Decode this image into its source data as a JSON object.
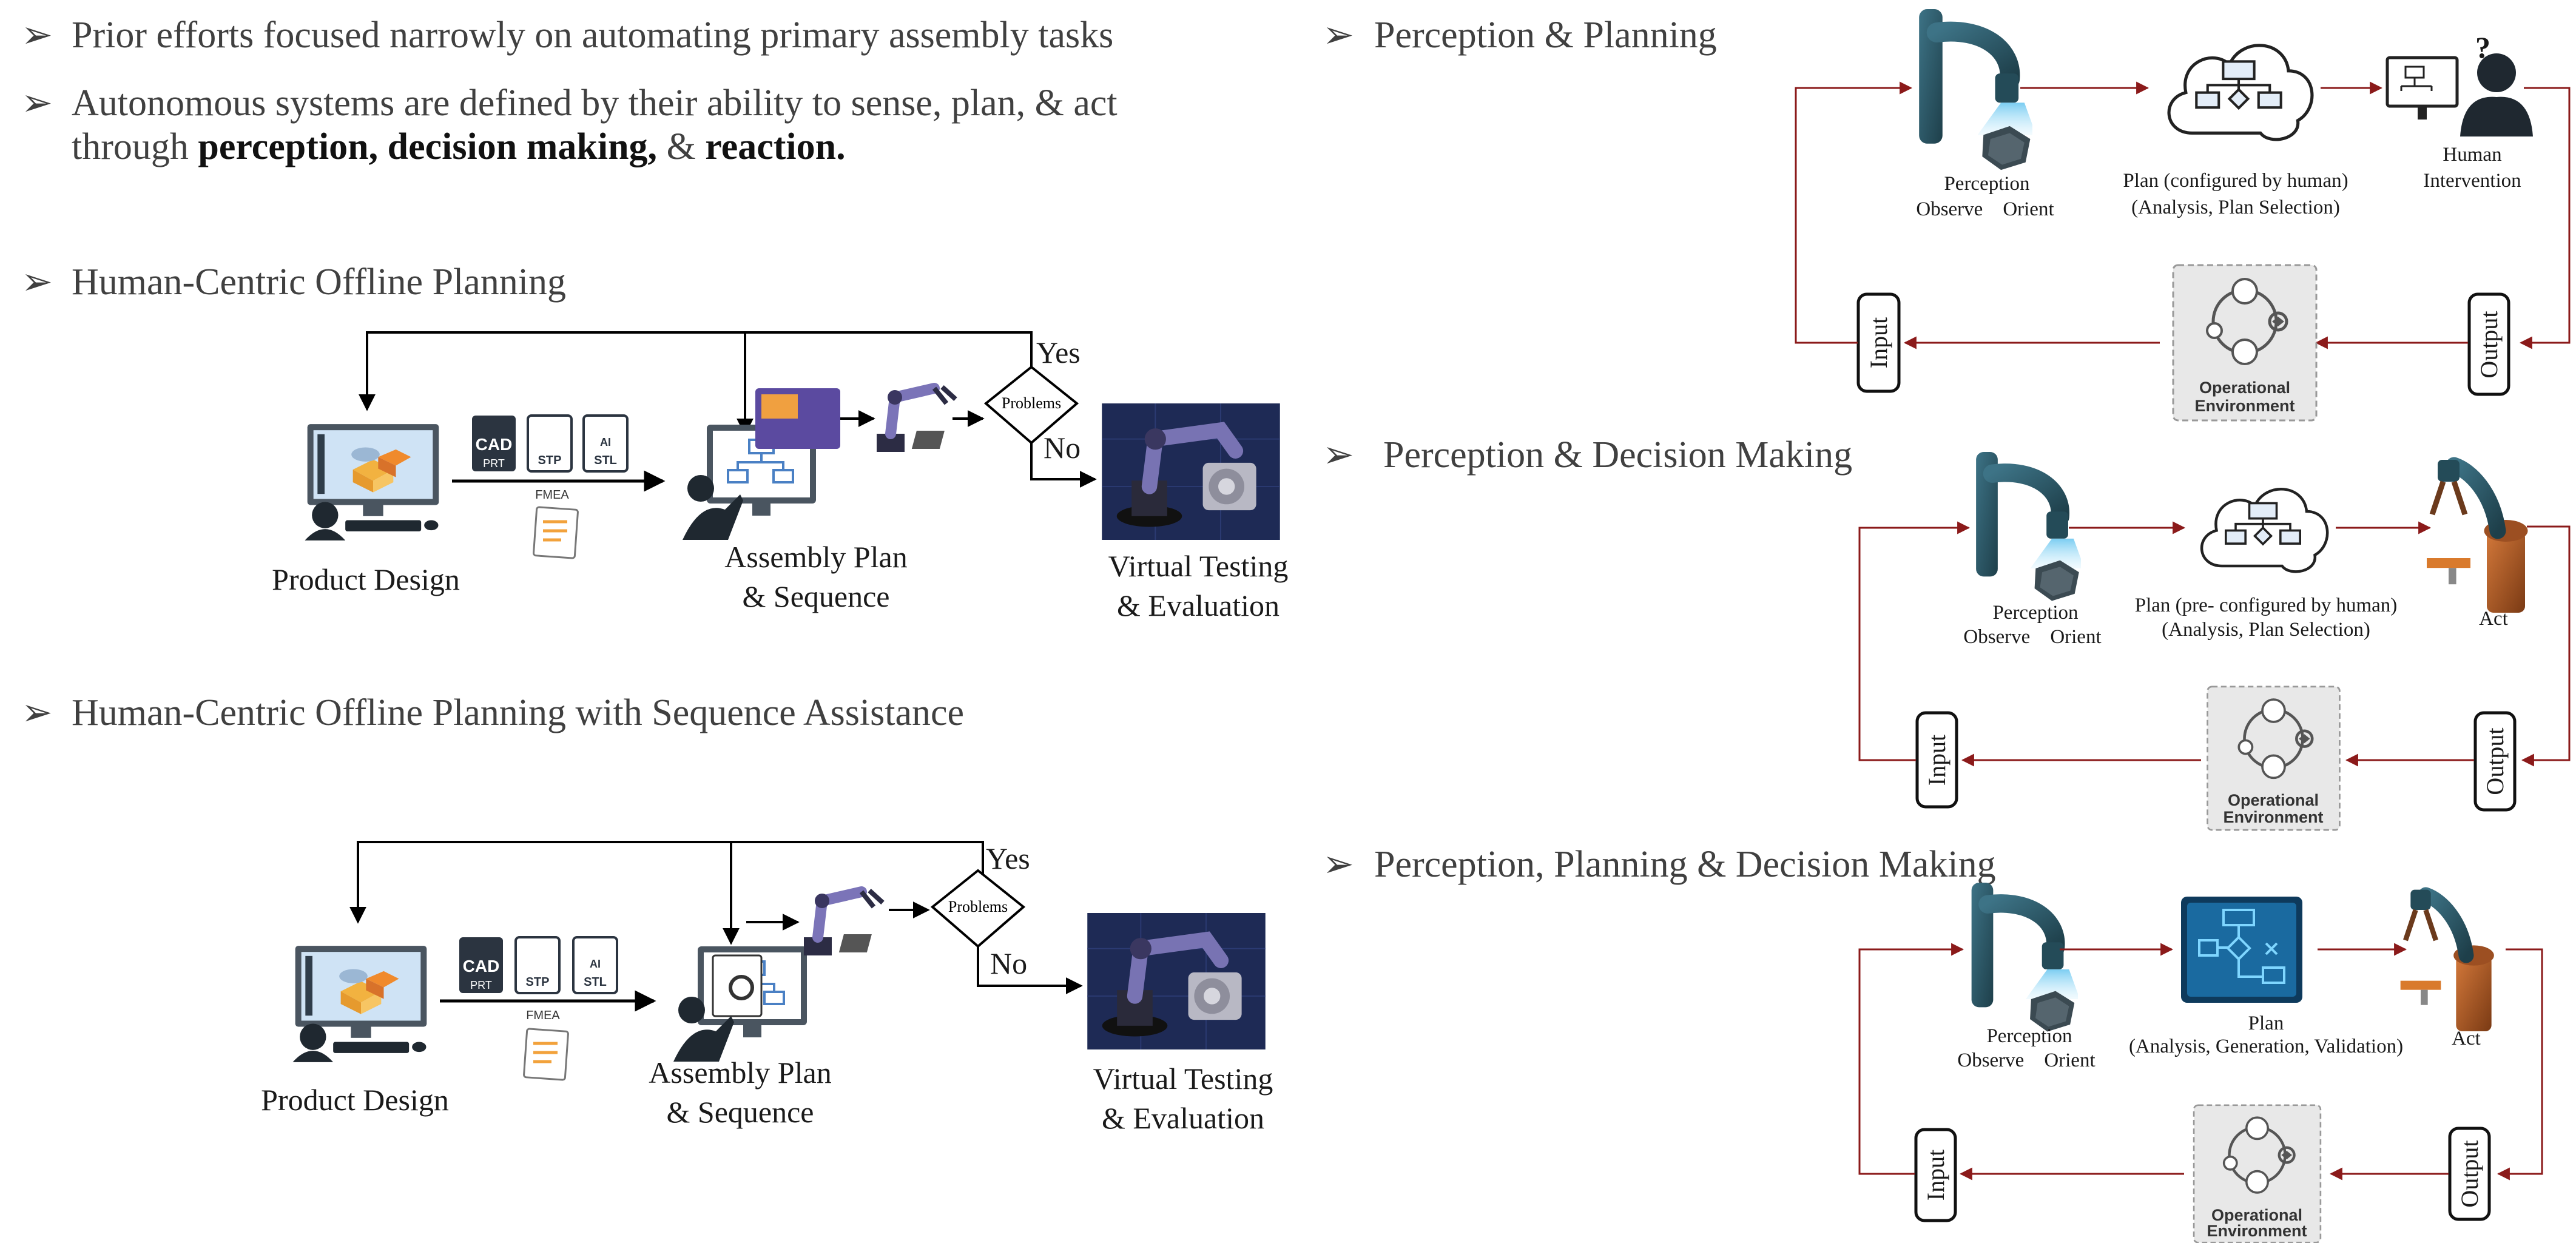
{
  "left": {
    "intro_bullets": [
      "Prior efforts focused narrowly on automating primary assembly tasks",
      "Autonomous systems are defined by their ability to sense, plan, & act",
      "through ",
      "perception, decision making,",
      " & ",
      "reaction."
    ],
    "panel1": {
      "heading": "Human-Centric Offline Planning",
      "file_badges": [
        "CAD",
        "PRT",
        "STP",
        "AI",
        "STL"
      ],
      "fmea": "FMEA",
      "product_design": "Product Design",
      "assembly_plan": [
        "Assembly Plan",
        "& Sequence"
      ],
      "problems": "Problems",
      "yes": "Yes",
      "no": "No",
      "virtual_testing": [
        "Virtual Testing",
        "& Evaluation"
      ]
    },
    "panel2": {
      "heading": "Human-Centric Offline Planning with Sequence Assistance",
      "file_badges": [
        "CAD",
        "PRT",
        "STP",
        "AI",
        "STL"
      ],
      "fmea": "FMEA",
      "product_design": "Product Design",
      "assembly_plan": [
        "Assembly Plan",
        "& Sequence"
      ],
      "problems": "Problems",
      "yes": "Yes",
      "no": "No",
      "virtual_testing": [
        "Virtual Testing",
        "& Evaluation"
      ]
    }
  },
  "right": {
    "row1": {
      "heading": "Perception & Planning",
      "perception": "Perception",
      "observe_orient": "Observe    Orient",
      "plan": [
        "Plan (configured by human)",
        "(Analysis, Plan Selection)"
      ],
      "human": [
        "Human",
        "Intervention"
      ],
      "question_mark": "?",
      "input": "Input",
      "output": "Output",
      "env": [
        "Operational",
        "Environment"
      ]
    },
    "row2": {
      "heading": "Perception & Decision Making",
      "perception": "Perception",
      "observe_orient": "Observe    Orient",
      "plan": [
        "Plan (pre- configured by human)",
        "(Analysis, Plan Selection)"
      ],
      "act": "Act",
      "input": "Input",
      "output": "Output",
      "env": [
        "Operational",
        "Environment"
      ]
    },
    "row3": {
      "heading": "Perception, Planning & Decision Making",
      "perception": "Perception",
      "observe_orient": "Observe    Orient",
      "plan": [
        "Plan",
        "(Analysis, Generation, Validation)"
      ],
      "act": "Act",
      "input": "Input",
      "output": "Output",
      "env": [
        "Operational",
        "Environment"
      ]
    }
  },
  "colors": {
    "loop_arrow": "#8b1a1a",
    "black_arrow": "#000000",
    "robot_teal": "#2e5f6e",
    "monitor_blue": "#4a80c4"
  }
}
